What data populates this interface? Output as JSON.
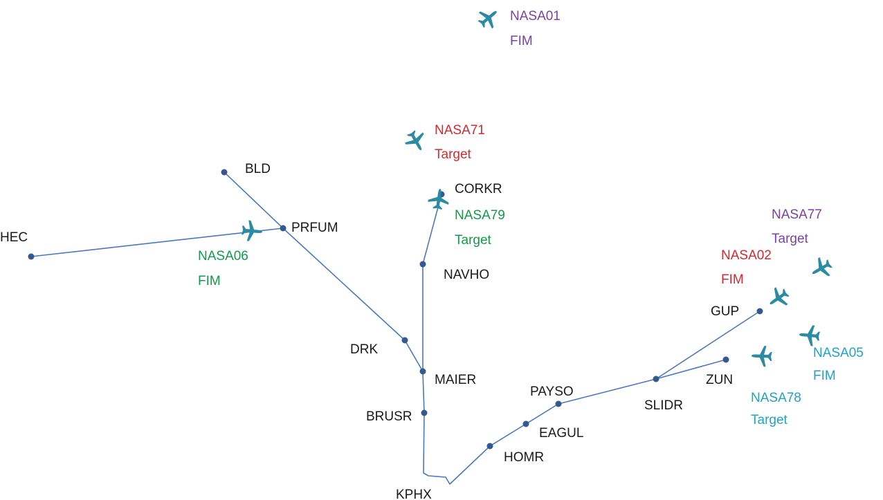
{
  "colors": {
    "route": "#4a78bf",
    "waypoint": "#35598f",
    "aircraft": "#2a8ca3",
    "purple": "#7a3fa8",
    "red": "#d6282e",
    "green": "#119a4c",
    "blue": "#1ea3c7",
    "waypoint_text": "#1a1a1a"
  },
  "waypoints": [
    {
      "id": "BLD",
      "name": "BLD"
    },
    {
      "id": "PRFUM",
      "name": "PRFUM"
    },
    {
      "id": "HEC",
      "name": "HEC"
    },
    {
      "id": "CORKR",
      "name": "CORKR"
    },
    {
      "id": "NAVHO",
      "name": "NAVHO"
    },
    {
      "id": "DRK",
      "name": "DRK"
    },
    {
      "id": "MAIER",
      "name": "MAIER"
    },
    {
      "id": "BRUSR",
      "name": "BRUSR"
    },
    {
      "id": "KPHX",
      "name": "KPHX"
    },
    {
      "id": "HOMR",
      "name": "HOMR"
    },
    {
      "id": "EAGUL",
      "name": "EAGUL"
    },
    {
      "id": "PAYSO",
      "name": "PAYSO"
    },
    {
      "id": "SLIDR",
      "name": "SLIDR"
    },
    {
      "id": "GUP",
      "name": "GUP"
    },
    {
      "id": "ZUN",
      "name": "ZUN"
    }
  ],
  "aircraft": [
    {
      "id": "NASA01",
      "callsign": "NASA01",
      "role": "FIM",
      "color_key": "purple",
      "heading_name": "northeast"
    },
    {
      "id": "NASA71",
      "callsign": "NASA71",
      "role": "Target",
      "color_key": "red",
      "heading_name": "southeast"
    },
    {
      "id": "NASA79",
      "callsign": "NASA79",
      "role": "Target",
      "color_key": "green",
      "heading_name": "north"
    },
    {
      "id": "NASA06",
      "callsign": "NASA06",
      "role": "FIM",
      "color_key": "green",
      "heading_name": "east"
    },
    {
      "id": "NASA77",
      "callsign": "NASA77",
      "role": "Target",
      "color_key": "purple",
      "heading_name": "southwest"
    },
    {
      "id": "NASA02",
      "callsign": "NASA02",
      "role": "FIM",
      "color_key": "red",
      "heading_name": "southwest"
    },
    {
      "id": "NASA05",
      "callsign": "NASA05",
      "role": "FIM",
      "color_key": "blue",
      "heading_name": "west"
    },
    {
      "id": "NASA78",
      "callsign": "NASA78",
      "role": "Target",
      "color_key": "blue",
      "heading_name": "west"
    }
  ]
}
